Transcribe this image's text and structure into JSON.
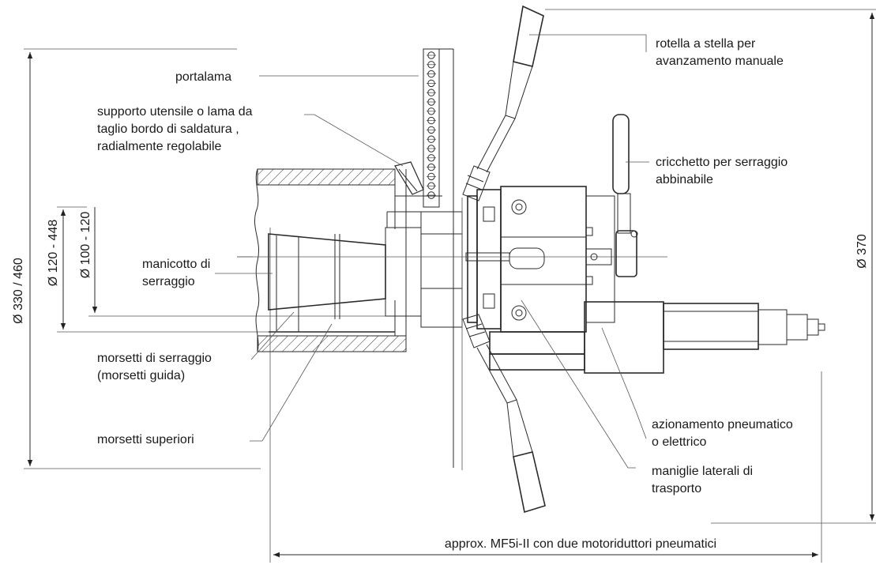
{
  "labels": {
    "portalama": "portalama",
    "supporto_1": "supporto utensile o lama da",
    "supporto_2": "taglio bordo di saldatura ,",
    "supporto_3": "radialmente regolabile",
    "manicotto_1": "manicotto di",
    "manicotto_2": "serraggio",
    "morsetti_serr_1": "morsetti di serraggio",
    "morsetti_serr_2": "(morsetti  guida)",
    "morsetti_sup": "morsetti superiori",
    "rotella_1": "rotella a stella per",
    "rotella_2": "avanzamento manuale",
    "cricchetto_1": "cricchetto per serraggio",
    "cricchetto_2": "abbinabile",
    "azionamento_1": "azionamento pneumatico",
    "azionamento_2": "o elettrico",
    "maniglie_1": "maniglie laterali di",
    "maniglie_2": "trasporto"
  },
  "dimensions": {
    "d_330_460": "Ø 330 / 460",
    "d_120_448": "Ø 120 - 448",
    "d_100_120": "Ø 100 - 120",
    "d_370": "Ø 370",
    "length_note": "approx. MF5i-II con due motoriduttori pneumatici"
  }
}
